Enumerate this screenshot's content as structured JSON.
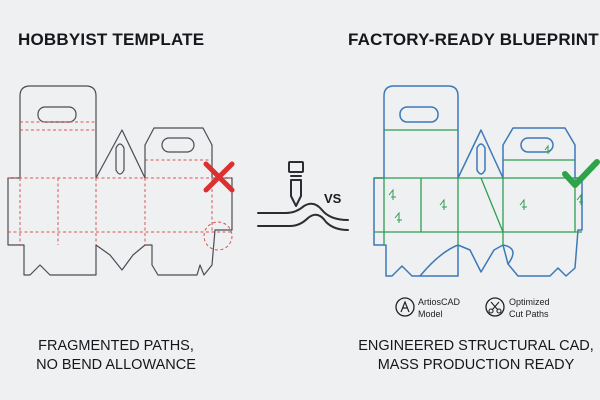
{
  "left": {
    "title": "HOBBYIST TEMPLATE",
    "caption_line1": "FRAGMENTED PATHS,",
    "caption_line2": "NO BEND ALLOWANCE",
    "status_icon": "red-x-icon"
  },
  "center": {
    "label": "VS",
    "icon": "cutting-blade-icon"
  },
  "right": {
    "title": "FACTORY-READY BLUEPRINT",
    "caption_line1": "ENGINEERED STRUCTURAL CAD,",
    "caption_line2": "MASS PRODUCTION READY",
    "status_icon": "green-check-icon",
    "badges": [
      {
        "line1": "ArtiosCAD",
        "line2": "Model",
        "icon": "cad-logo-icon"
      },
      {
        "line1": "Optimized",
        "line2": "Cut Paths",
        "icon": "scissors-icon"
      }
    ]
  },
  "colors": {
    "outline": "#4a4d52",
    "fold_red": "#d9534f",
    "blue": "#3d79b8",
    "green": "#2f9e52",
    "cross_red": "#dc2f2f",
    "check_green": "#2fa34a"
  }
}
